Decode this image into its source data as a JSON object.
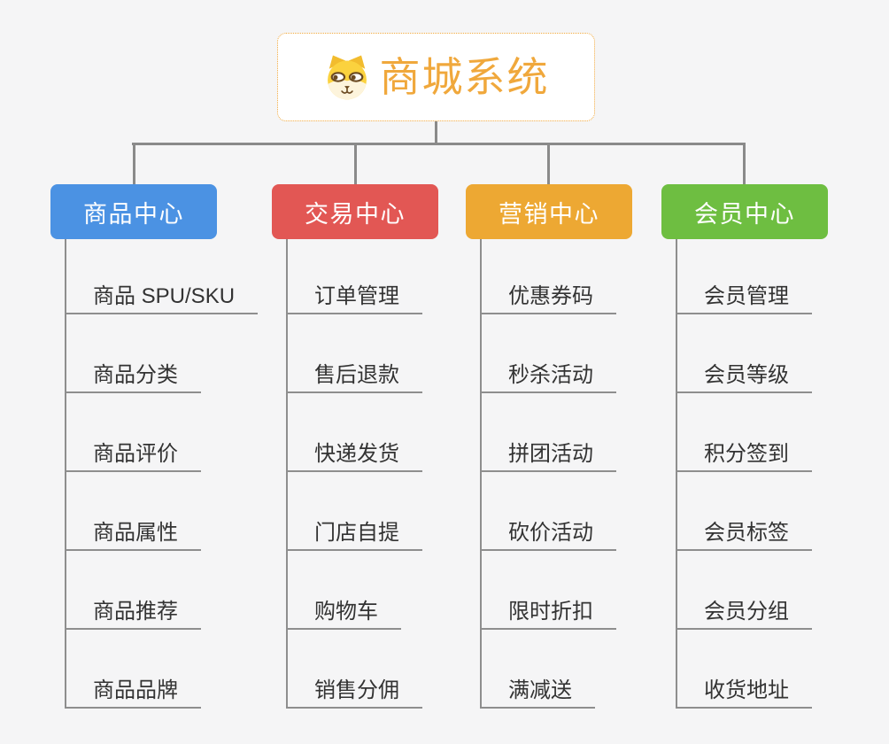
{
  "page": {
    "background_color": "#F5F5F6",
    "connector_color": "#8A8A8A",
    "leaf_text_color": "#333333"
  },
  "root": {
    "title": "商城系统",
    "icon": "dog-icon",
    "text_color": "#F0A83C",
    "border_color": "#F0A83C",
    "background_color": "#FFFFFF"
  },
  "branches": [
    {
      "label": "商品中心",
      "color": "#4B92E3",
      "items": [
        "商品 SPU/SKU",
        "商品分类",
        "商品评价",
        "商品属性",
        "商品推荐",
        "商品品牌"
      ]
    },
    {
      "label": "交易中心",
      "color": "#E25754",
      "items": [
        "订单管理",
        "售后退款",
        "快递发货",
        "门店自提",
        "购物车",
        "销售分佣"
      ]
    },
    {
      "label": "营销中心",
      "color": "#EDA833",
      "items": [
        "优惠券码",
        "秒杀活动",
        "拼团活动",
        "砍价活动",
        "限时折扣",
        "满减送"
      ]
    },
    {
      "label": "会员中心",
      "color": "#6EBE41",
      "items": [
        "会员管理",
        "会员等级",
        "积分签到",
        "会员标签",
        "会员分组",
        "收货地址"
      ]
    }
  ]
}
